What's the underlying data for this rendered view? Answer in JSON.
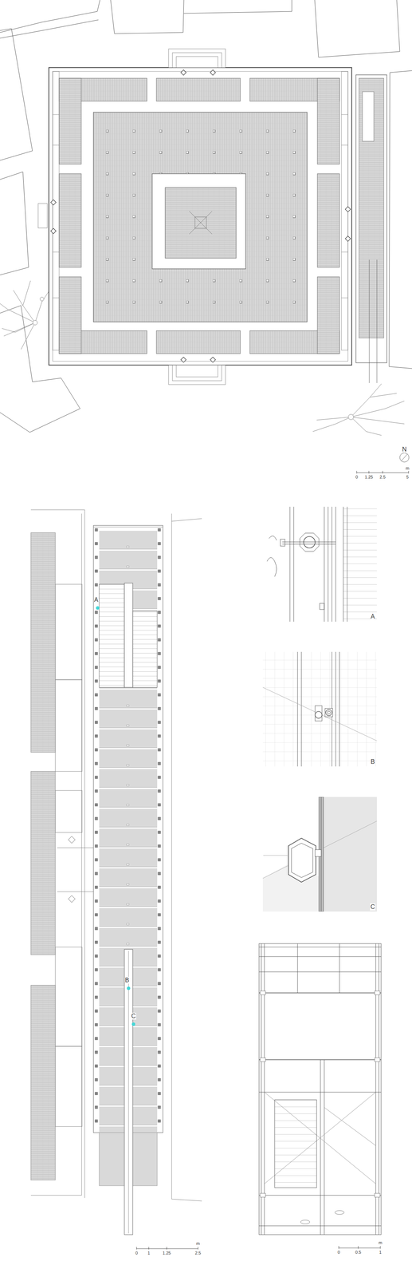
{
  "diagram": {
    "labels": [
      "N",
      "m",
      "0",
      "1.25",
      "2.5",
      "5",
      "A",
      "B",
      "C",
      "A",
      "B",
      "C",
      "m",
      "0",
      "1",
      "1.25",
      "2.5",
      "m",
      "0",
      "0.5",
      "1"
    ]
  }
}
